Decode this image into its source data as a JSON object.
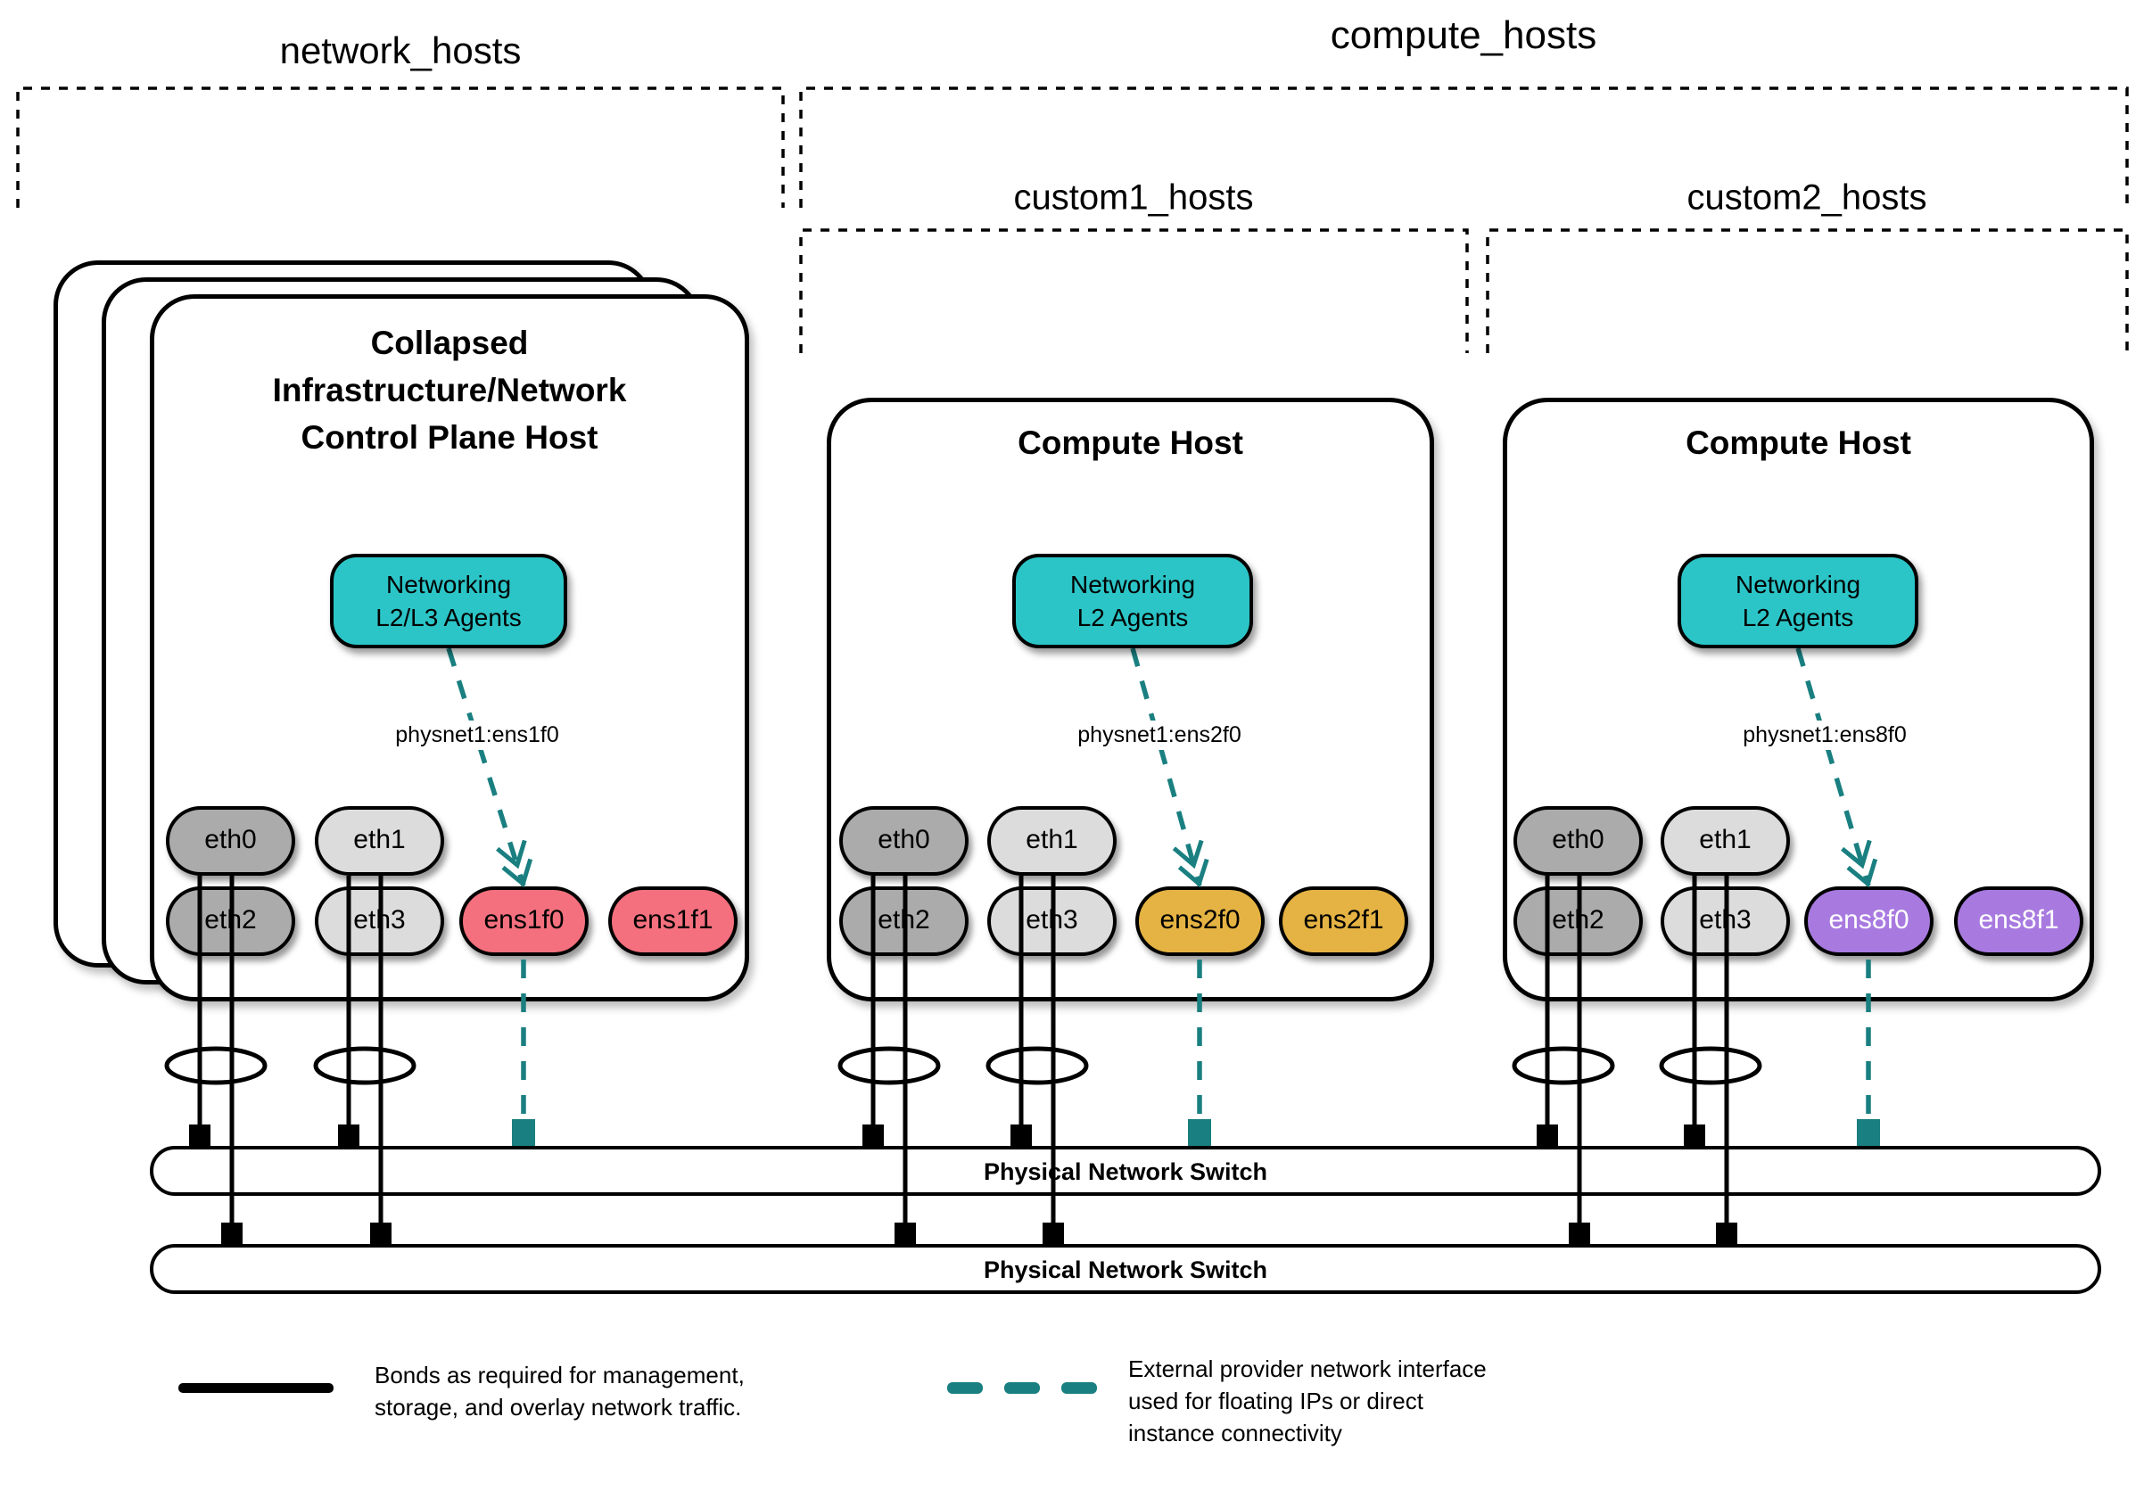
{
  "colors": {
    "teal_fill": "#2cc5c7",
    "teal_line": "#1a7f80",
    "pink": "#f4707e",
    "gold": "#e5b343",
    "purple": "#a87ae0",
    "gray_dark": "#ababab",
    "gray_light": "#dcdcdc"
  },
  "groups": {
    "network": {
      "label": "network_hosts"
    },
    "compute": {
      "label": "compute_hosts"
    },
    "custom1": {
      "label": "custom1_hosts"
    },
    "custom2": {
      "label": "custom2_hosts"
    }
  },
  "hosts": [
    {
      "title_lines": [
        "Collapsed",
        "Infrastructure/Network",
        "Control Plane Host"
      ],
      "agent_lines": [
        "Networking",
        "L2/L3 Agents"
      ],
      "physnet_label": "physnet1:ens1f0",
      "nics": [
        "eth0",
        "eth1",
        "eth2",
        "eth3",
        "ens1f0",
        "ens1f1"
      ]
    },
    {
      "title_lines": [
        "Compute Host"
      ],
      "agent_lines": [
        "Networking",
        "L2 Agents"
      ],
      "physnet_label": "physnet1:ens2f0",
      "nics": [
        "eth0",
        "eth1",
        "eth2",
        "eth3",
        "ens2f0",
        "ens2f1"
      ]
    },
    {
      "title_lines": [
        "Compute Host"
      ],
      "agent_lines": [
        "Networking",
        "L2 Agents"
      ],
      "physnet_label": "physnet1:ens8f0",
      "nics": [
        "eth0",
        "eth1",
        "eth2",
        "eth3",
        "ens8f0",
        "ens8f1"
      ]
    }
  ],
  "switches": [
    {
      "label": "Physical Network Switch"
    },
    {
      "label": "Physical Network Switch"
    }
  ],
  "legend": {
    "bond_lines": [
      "Bonds as required for management,",
      "storage, and overlay network traffic."
    ],
    "external_lines": [
      "External provider network interface",
      "used for floating IPs or direct",
      "instance connectivity"
    ]
  }
}
